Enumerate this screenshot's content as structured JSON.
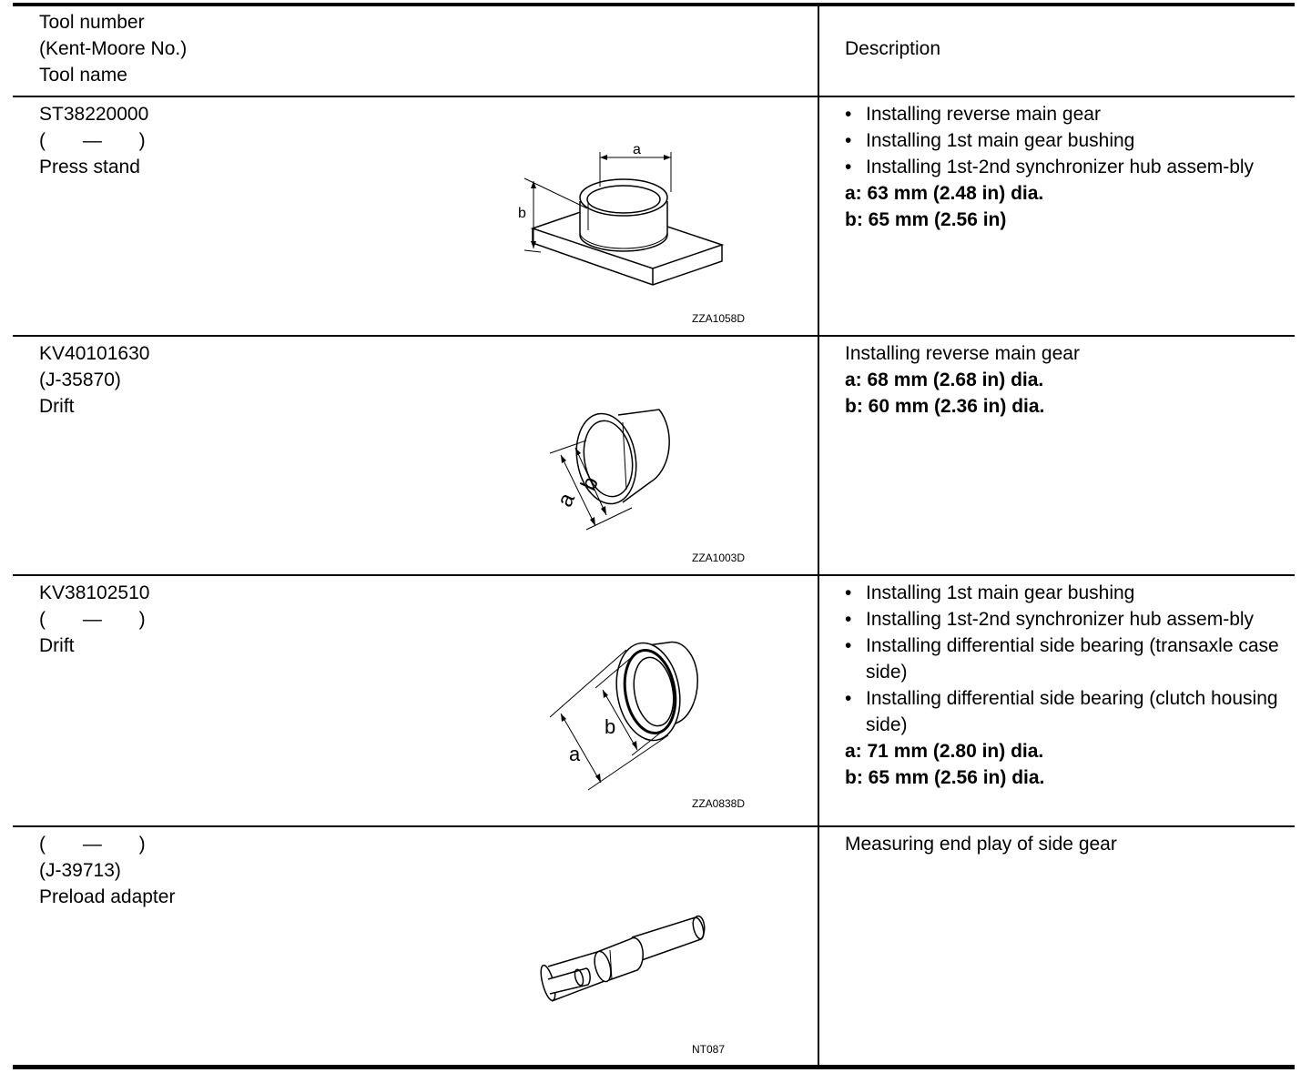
{
  "header": {
    "left_lines": [
      "Tool number",
      "(Kent-Moore No.)",
      "Tool name"
    ],
    "right": "Description"
  },
  "rows": [
    {
      "tool_number": "ST38220000",
      "kent_moore": "(       —       )",
      "tool_name": "Press stand",
      "figure_code": "ZZA1058D",
      "figure_labels": [
        "a",
        "b"
      ],
      "plain": "",
      "bullets": [
        "Installing reverse main gear",
        "Installing 1st main gear bushing",
        "Installing 1st-2nd synchronizer hub assem-bly"
      ],
      "specs": [
        "a: 63 mm (2.48 in) dia.",
        "b: 65 mm (2.56 in)"
      ]
    },
    {
      "tool_number": "KV40101630",
      "kent_moore": "(J-35870)",
      "tool_name": "Drift",
      "figure_code": "ZZA1003D",
      "figure_labels": [
        "a",
        "b"
      ],
      "plain": "Installing reverse main gear",
      "bullets": [],
      "specs": [
        "a: 68 mm (2.68 in) dia.",
        "b: 60 mm (2.36 in) dia."
      ]
    },
    {
      "tool_number": "KV38102510",
      "kent_moore": "(       —       )",
      "tool_name": "Drift",
      "figure_code": "ZZA0838D",
      "figure_labels": [
        "a",
        "b"
      ],
      "plain": "",
      "bullets": [
        "Installing 1st main gear bushing",
        "Installing 1st-2nd synchronizer hub assem-bly",
        "Installing differential side bearing (transaxle case side)",
        "Installing differential side bearing (clutch housing side)"
      ],
      "specs": [
        "a: 71 mm (2.80 in) dia.",
        "b: 65 mm (2.56 in) dia."
      ]
    },
    {
      "tool_number": "(       —       )",
      "kent_moore": "(J-39713)",
      "tool_name": "Preload adapter",
      "figure_code": "NT087",
      "figure_labels": [],
      "plain": "Measuring end play of side gear",
      "bullets": [],
      "specs": []
    }
  ]
}
